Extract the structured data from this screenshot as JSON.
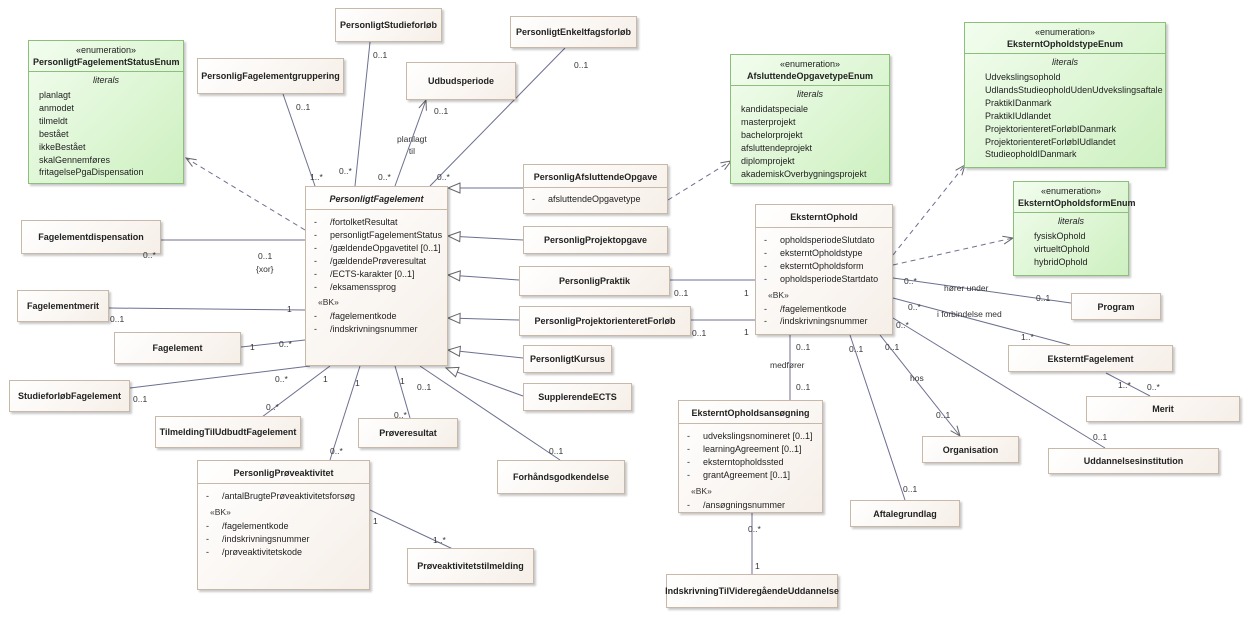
{
  "classes": {
    "personligtFagelement": {
      "name": "PersonligtFagelement",
      "attrs": [
        "/fortolketResultat",
        "personligtFagelementStatus",
        "/gældendeOpgavetitel [0..1]",
        "/gældendePrøveresultat",
        "/ECTS-karakter [0..1]",
        "/eksamenssprog"
      ],
      "bk": "«BK»",
      "keys": [
        "/fagelementkode",
        "/indskrivningsnummer"
      ]
    },
    "personligAfsluttendeOpgave": {
      "name": "PersonligAfsluttendeOpgave",
      "attrs": [
        "afsluttendeOpgavetype"
      ]
    },
    "eksterntOphold": {
      "name": "EksterntOphold",
      "attrs": [
        "opholdsperiodeSlutdato",
        "eksterntOpholdstype",
        "eksterntOpholdsform",
        "opholdsperiodeStartdato"
      ],
      "bk": "«BK»",
      "keys": [
        "/fagelementkode",
        "/indskrivningsnummer"
      ]
    },
    "eksterntOpholdsansoegning": {
      "name": "EksterntOpholdsansøgning",
      "attrs": [
        "udvekslingsnomineret [0..1]",
        "learningAgreement [0..1]",
        "eksterntopholdssted",
        "grantAgreement [0..1]"
      ],
      "bk": "«BK»",
      "keys": [
        "/ansøgningsnummer"
      ]
    },
    "personligProeveaktivitet": {
      "name": "PersonligPrøveaktivitet",
      "attrs": [
        "/antalBrugtePrøveaktivitetsforsøg"
      ],
      "bk": "«BK»",
      "keys": [
        "/fagelementkode",
        "/indskrivningsnummer",
        "/prøveaktivitetskode"
      ]
    }
  },
  "enums": {
    "statusEnum": {
      "stereotype": "«enumeration»",
      "name": "PersonligtFagelementStatusEnum",
      "literals_label": "literals",
      "literals": [
        "planlagt",
        "anmodet",
        "tilmeldt",
        "bestået",
        "ikkeBestået",
        "skalGennemføres",
        "fritagelsePgaDispensation"
      ]
    },
    "opgavetypeEnum": {
      "stereotype": "«enumeration»",
      "name": "AfsluttendeOpgavetypeEnum",
      "literals_label": "literals",
      "literals": [
        "kandidatspeciale",
        "masterprojekt",
        "bachelorprojekt",
        "afsluttendeprojekt",
        "diplomprojekt",
        "akademiskOverbygningsprojekt"
      ]
    },
    "opholdstypeEnum": {
      "stereotype": "«enumeration»",
      "name": "EksterntOpholdstypeEnum",
      "literals_label": "literals",
      "literals": [
        "Udvekslingsophold",
        "UdlandsStudieopholdUdenUdvekslingsaftale",
        "PraktikIDanmark",
        "PraktikIUdlandet",
        "ProjektorienteretForløbIDanmark",
        "ProjektorienteretForløbIUdlandet",
        "StudieopholdIDanmark"
      ]
    },
    "opholdsformEnum": {
      "stereotype": "«enumeration»",
      "name": "EksterntOpholdsformEnum",
      "literals_label": "literals",
      "literals": [
        "fysiskOphold",
        "virtueltOphold",
        "hybridOphold"
      ]
    }
  },
  "simple": {
    "studieforloeb": "PersonligtStudieforløb",
    "enkeltfag": "PersonligtEnkeltfagsforløb",
    "gruppering": "PersonligFagelementgruppering",
    "udbudsperiode": "Udbudsperiode",
    "dispensation": "Fagelementdispensation",
    "merit": "Fagelementmerit",
    "fagelement": "Fagelement",
    "studieforloebFagelement": "StudieforløbFagelement",
    "tilmelding": "TilmeldingTilUdbudtFagelement",
    "proeveresultat": "Prøveresultat",
    "forhaandsgodkendelse": "Forhåndsgodkendelse",
    "supplerendeECTS": "SupplerendeECTS",
    "kursus": "PersonligtKursus",
    "projektorienteret": "PersonligProjektorienteretForløb",
    "praktik": "PersonligPraktik",
    "projektopgave": "PersonligProjektopgave",
    "proeveaktivitetstilmelding": "Prøveaktivitetstilmelding",
    "indskrivning": "IndskrivningTilVideregåendeUddannelse",
    "aftalegrundlag": "Aftalegrundlag",
    "organisation": "Organisation",
    "uddannelsesinstitution": "Uddannelsesinstitution",
    "program": "Program",
    "eksterntFagelement": "EksterntFagelement",
    "meritOuter": "Merit"
  },
  "labels": {
    "m_studieforloeb": "0..1",
    "m_enkeltfag": "0..1",
    "m_gruppering": "0..1",
    "m_udbud": "0..1",
    "m_pf_top1": "1..*",
    "m_pf_top2": "0..*",
    "m_pf_top3": "0..*",
    "m_pf_top4": "0..*",
    "planlagt_til": "planlagt\ntil",
    "m_disp_a": "0..*",
    "m_disp_b": "0..1",
    "xor": "{xor}",
    "m_merit_a": "0..1",
    "m_merit_b": "1",
    "m_fag_a": "1",
    "m_fag_b": "0..*",
    "m_sf_a": "0..1",
    "m_pf_b1": "0..*",
    "m_pf_b2": "1",
    "m_pf_b3": "1",
    "m_pf_b4": "1",
    "m_pf_b5": "0..1",
    "m_tilm": "0..*",
    "m_proeve": "0..*",
    "m_pa": "0..*",
    "m_forh": "0..1",
    "m_pat_a": "1",
    "m_pat_b": "1..*",
    "m_praktik_a": "0..1",
    "m_praktik_b": "1",
    "m_projfor_a": "0..1",
    "m_projfor_b": "1",
    "hoerer_under": "hører under",
    "m_prog_a": "0..*",
    "m_prog_b": "0..1",
    "i_forbindelse_med": "i forbindelse med",
    "m_ef_a": "0..*",
    "m_ef_b": "1..*",
    "m_merit_o_a": "1..*",
    "m_merit_o_b": "0..*",
    "m_uddi_a": "0..*",
    "m_uddi_b": "0..1",
    "m_ans_a": "0..1",
    "medfoerer": "medfører",
    "m_ans_b": "0..1",
    "m_aft_a": "0..1",
    "m_aft_b": "0..1",
    "m_org_a": "0..1",
    "hos": "hos",
    "m_org_b": "0..1",
    "m_indsk_a": "0..*",
    "m_indsk_b": "1"
  }
}
